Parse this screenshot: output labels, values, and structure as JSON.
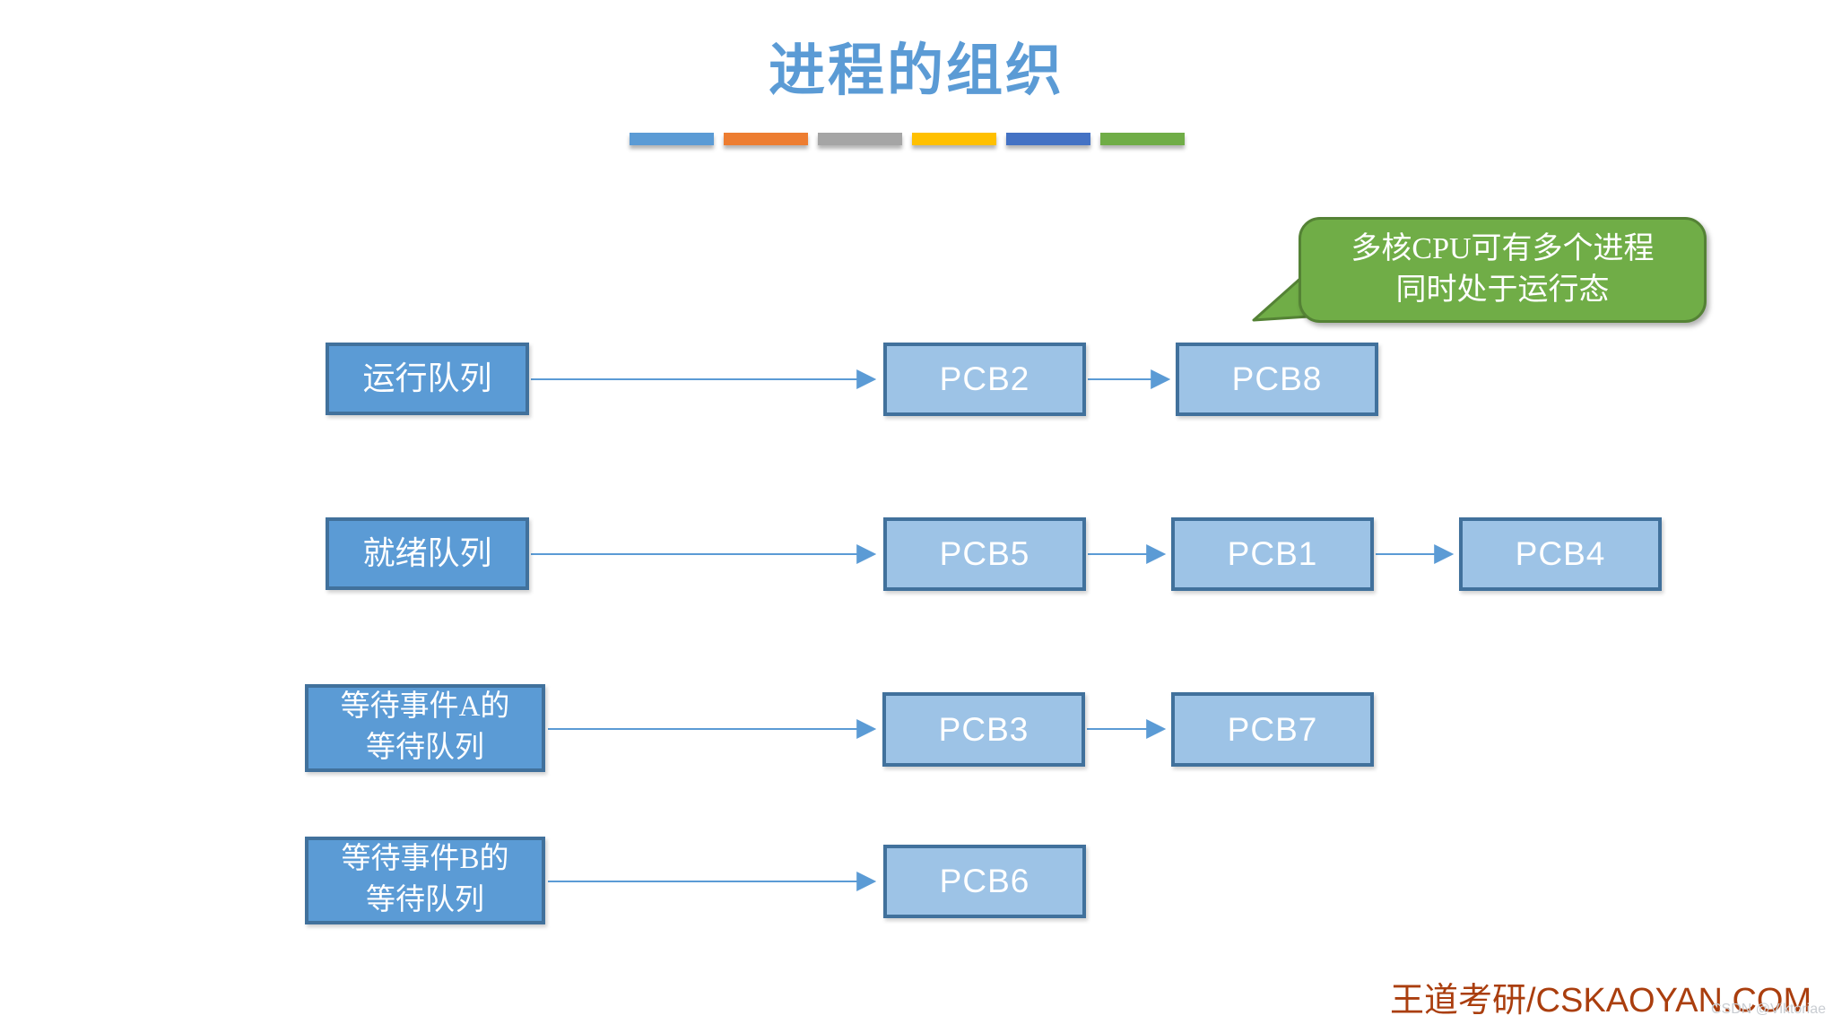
{
  "page": {
    "background": "#FFFFFF"
  },
  "title": {
    "text": "进程的组织",
    "color": "#5B9BD5"
  },
  "accent_bars": {
    "colors": [
      "#5B9BD5",
      "#ED7D31",
      "#A5A5A5",
      "#FFC000",
      "#4472C4",
      "#70AD47"
    ]
  },
  "callout": {
    "line1": "多核CPU可有多个进程",
    "line2": "同时处于运行态",
    "fill": "#70AD47",
    "border": "#548235",
    "text_color": "#FFFFFF"
  },
  "diagram": {
    "queue_fill": "#5B9BD5",
    "queue_border": "#41719C",
    "pcb_fill": "#9DC3E6",
    "pcb_border": "#41719C",
    "arrow_color": "#5B9BD5",
    "rows": [
      {
        "queue_line1": "运行队列",
        "queue_line2": "",
        "pcbs": [
          "PCB2",
          "PCB8"
        ]
      },
      {
        "queue_line1": "就绪队列",
        "queue_line2": "",
        "pcbs": [
          "PCB5",
          "PCB1",
          "PCB4"
        ]
      },
      {
        "queue_line1": "等待事件A的",
        "queue_line2": "等待队列",
        "pcbs": [
          "PCB3",
          "PCB7"
        ]
      },
      {
        "queue_line1": "等待事件B的",
        "queue_line2": "等待队列",
        "pcbs": [
          "PCB6"
        ]
      }
    ]
  },
  "footer": {
    "brand": "王道考研/CSKAOYAN.COM",
    "brand_color": "#AA3E0E",
    "watermark": "CSDN @Viktoriae",
    "watermark_color": "#C9CDD2"
  }
}
